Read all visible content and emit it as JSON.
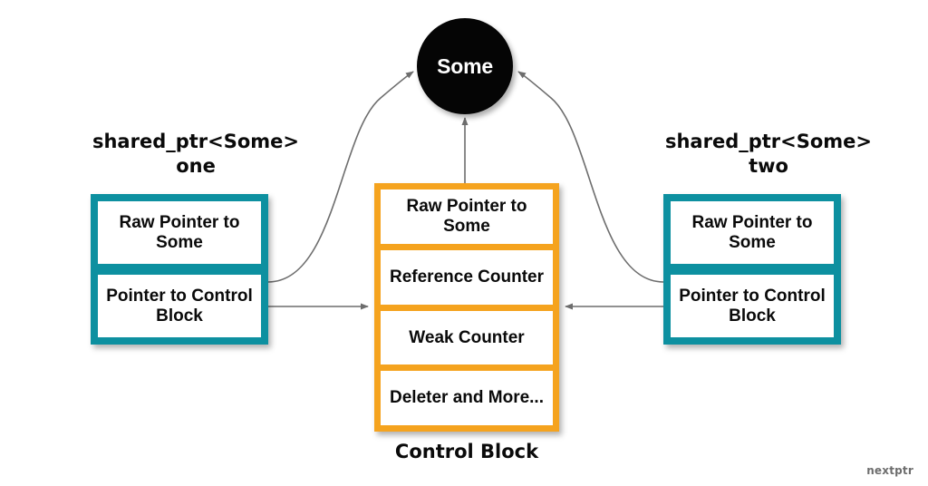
{
  "diagram": {
    "heap_object": {
      "label": "Some"
    },
    "shared_ptr_one": {
      "title_line1": "shared_ptr<Some>",
      "title_line2": "one",
      "fields": [
        "Raw Pointer to Some",
        "Pointer to Control Block"
      ]
    },
    "shared_ptr_two": {
      "title_line1": "shared_ptr<Some>",
      "title_line2": "two",
      "fields": [
        "Raw Pointer to Some",
        "Pointer to Control Block"
      ]
    },
    "control_block": {
      "caption": "Control Block",
      "fields": [
        "Raw Pointer to Some",
        "Reference Counter",
        "Weak Counter",
        "Deleter and More..."
      ]
    },
    "watermark": "nextptr",
    "colors": {
      "shared_ptr_fill": "#0d90a0",
      "control_block_fill": "#f5a31e",
      "heap_object_fill": "#050505",
      "field_fill": "#ffffff",
      "text": "#0a0a0a",
      "connector": "#6d6d6d",
      "watermark": "#6e6e6e"
    }
  }
}
